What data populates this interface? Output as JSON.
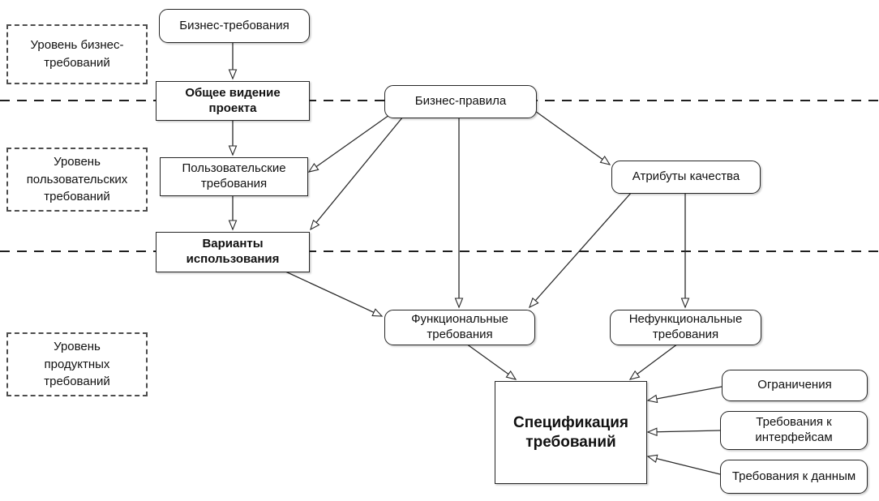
{
  "diagram": {
    "language": "ru",
    "colors": {
      "background": "#ffffff",
      "node_border": "#262626",
      "line": "#2b2b2b",
      "dashed_separator": "#1f1f1f"
    },
    "levels": {
      "business": {
        "label": "Уровень бизнес-\nтребований"
      },
      "user": {
        "label": "Уровень\nпользовательских\nтребований"
      },
      "product": {
        "label": "Уровень\nпродуктных\nтребований"
      }
    },
    "nodes": {
      "business_requirements": {
        "label": "Бизнес-требования",
        "shape": "rounded"
      },
      "project_vision": {
        "label": "Общее видение\nпроекта",
        "shape": "rect-bold"
      },
      "business_rules": {
        "label": "Бизнес-правила",
        "shape": "rounded"
      },
      "user_requirements": {
        "label": "Пользовательские\nтребования",
        "shape": "rect"
      },
      "quality_attributes": {
        "label": "Атрибуты качества",
        "shape": "rounded"
      },
      "use_cases": {
        "label": "Варианты\nиспользования",
        "shape": "rect-bold"
      },
      "functional_requirements": {
        "label": "Функциональные\nтребования",
        "shape": "rounded"
      },
      "nonfunctional_requirements": {
        "label": "Нефункциональные\nтребования",
        "shape": "rounded"
      },
      "requirements_specification": {
        "label": "Спецификация\nтребований",
        "shape": "rect-bold-large"
      },
      "constraints": {
        "label": "Ограничения",
        "shape": "rounded"
      },
      "interface_requirements": {
        "label": "Требования к\nинтерфейсам",
        "shape": "rounded"
      },
      "data_requirements": {
        "label": "Требования к данным",
        "shape": "rounded"
      }
    },
    "edges": [
      {
        "from": "business_requirements",
        "to": "project_vision"
      },
      {
        "from": "project_vision",
        "to": "user_requirements"
      },
      {
        "from": "user_requirements",
        "to": "use_cases"
      },
      {
        "from": "business_rules",
        "to": "user_requirements"
      },
      {
        "from": "business_rules",
        "to": "use_cases"
      },
      {
        "from": "business_rules",
        "to": "functional_requirements"
      },
      {
        "from": "business_rules",
        "to": "quality_attributes"
      },
      {
        "from": "use_cases",
        "to": "functional_requirements"
      },
      {
        "from": "quality_attributes",
        "to": "functional_requirements"
      },
      {
        "from": "quality_attributes",
        "to": "nonfunctional_requirements"
      },
      {
        "from": "functional_requirements",
        "to": "requirements_specification"
      },
      {
        "from": "nonfunctional_requirements",
        "to": "requirements_specification"
      },
      {
        "from": "constraints",
        "to": "requirements_specification"
      },
      {
        "from": "interface_requirements",
        "to": "requirements_specification"
      },
      {
        "from": "data_requirements",
        "to": "requirements_specification"
      }
    ]
  }
}
